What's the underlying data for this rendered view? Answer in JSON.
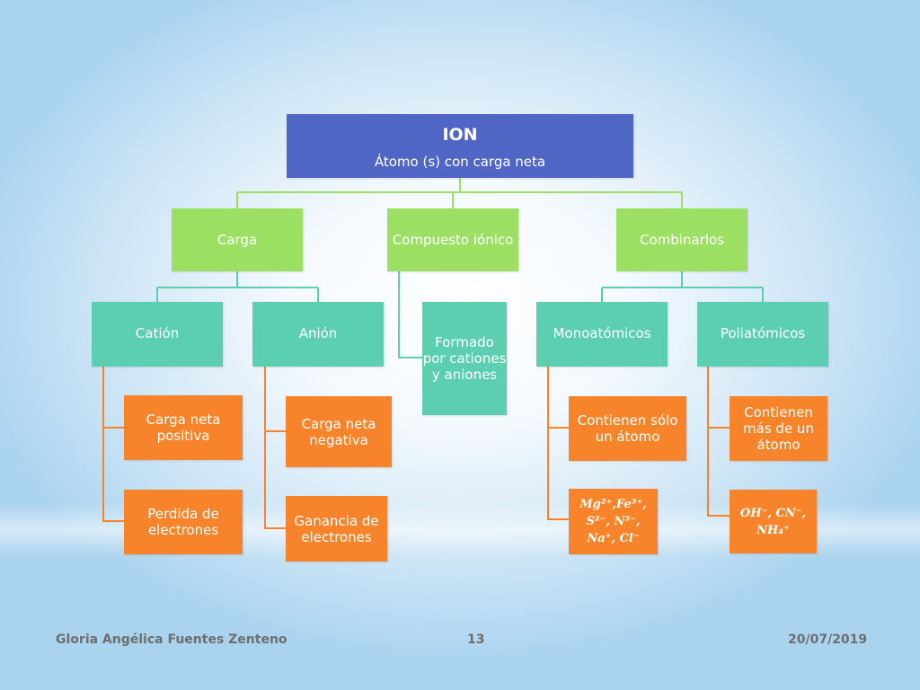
{
  "root": {
    "title": "ION",
    "subtitle": "Átomo (s) con carga neta"
  },
  "level1": {
    "carga": "Carga",
    "compuesto": "Compuesto iónico",
    "combinarlos": "Combinarlos"
  },
  "level2": {
    "cation": "Catión",
    "anion": "Anión",
    "formado": "Formado por cationes y aniones",
    "mono": "Monoatómicos",
    "poli": "Poliatómicos"
  },
  "level3": {
    "cation_1": "Carga neta positiva",
    "cation_2": "Perdida de electrones",
    "anion_1": "Carga neta negativa",
    "anion_2": "Ganancia de electrones",
    "mono_1": "Contienen sólo un átomo",
    "mono_2": "Mg²⁺,Fe³⁺, S²⁻, N³⁻, Na⁺, Cl⁻",
    "poli_1": "Contienen más de un átomo",
    "poli_2": "OH⁻, CN⁻, NH₄⁺"
  },
  "footer": {
    "author": "Gloria Angélica Fuentes Zenteno",
    "page": "13",
    "date": "20/07/2019"
  },
  "colors": {
    "root": "#4f66c4",
    "level1": "#9be063",
    "level2": "#5ccfb0",
    "level3": "#f7842a",
    "connector_green": "#9be063",
    "connector_teal": "#5ccfb0",
    "connector_orange": "#f7842a"
  }
}
